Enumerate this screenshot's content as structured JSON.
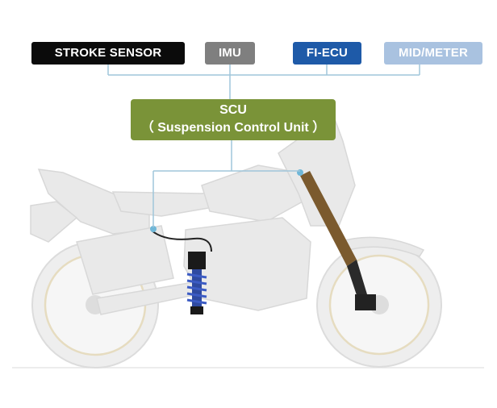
{
  "labels": {
    "stroke_sensor": "STROKE SENSOR",
    "imu": "IMU",
    "fi_ecu": "FI-ECU",
    "mid_meter": "MID/METER"
  },
  "scu": {
    "line1": "SCU",
    "line2": "（  Suspension Control Unit   ）"
  },
  "colors": {
    "stroke_sensor": "#0b0b0b",
    "imu": "#7f7f7f",
    "fi_ecu": "#1e5aa8",
    "mid_meter": "#a9c2e0",
    "scu": "#7a9338",
    "connector": "#9fc6da",
    "fork": "#7b5a2e",
    "shock_spring": "#2f4aa0"
  },
  "icons": [
    "motorcycle-illustration",
    "front-fork",
    "rear-shock",
    "sensor-node"
  ]
}
